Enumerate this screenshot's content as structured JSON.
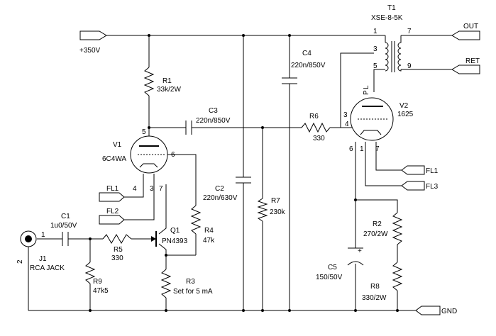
{
  "ports": {
    "b350": "+350V",
    "out": "OUT",
    "ret": "RET",
    "fl1_v1": "FL1",
    "fl2_v1": "FL2",
    "fl1_v2": "FL1",
    "fl3_v2": "FL3",
    "gnd": "GND"
  },
  "components": {
    "t1": {
      "ref": "T1",
      "value": "XSE-8-5K"
    },
    "r1": {
      "ref": "R1",
      "value": "33k/2W"
    },
    "r2": {
      "ref": "R2",
      "value": "270/2W"
    },
    "r3": {
      "ref": "R3",
      "value": "Set for 5 mA"
    },
    "r4": {
      "ref": "R4",
      "value": "47k"
    },
    "r5": {
      "ref": "R5",
      "value": "330"
    },
    "r6": {
      "ref": "R6",
      "value": "330"
    },
    "r7": {
      "ref": "R7",
      "value": "230k"
    },
    "r8": {
      "ref": "R8",
      "value": "330/2W"
    },
    "r9": {
      "ref": "R9",
      "value": "47k5"
    },
    "c1": {
      "ref": "C1",
      "value": "1u0/50V"
    },
    "c2": {
      "ref": "C2",
      "value": "220n/630V"
    },
    "c3": {
      "ref": "C3",
      "value": "220n/850V"
    },
    "c4": {
      "ref": "C4",
      "value": "220n/850V"
    },
    "c5": {
      "ref": "C5",
      "value": "150/50V"
    },
    "v1": {
      "ref": "V1",
      "value": "6C4WA"
    },
    "v2": {
      "ref": "V2",
      "value": "1625"
    },
    "q1": {
      "ref": "Q1",
      "value": "PN4393"
    },
    "j1": {
      "ref": "J1",
      "value": "RCA JACK"
    }
  },
  "pins": {
    "t1_1": "1",
    "t1_3": "3",
    "t1_5": "5",
    "t1_7": "7",
    "t1_9": "9",
    "v1_5": "5",
    "v1_6": "6",
    "v1_3": "3",
    "v1_4": "4",
    "v1_7": "7",
    "v2_3": "3",
    "v2_4": "4",
    "v2_6": "6",
    "v2_1": "1",
    "v2_7": "7",
    "v2_p": "P",
    "v2_l": "L",
    "c1_1": "1",
    "j1_2": "2",
    "c5_plus": "+"
  }
}
